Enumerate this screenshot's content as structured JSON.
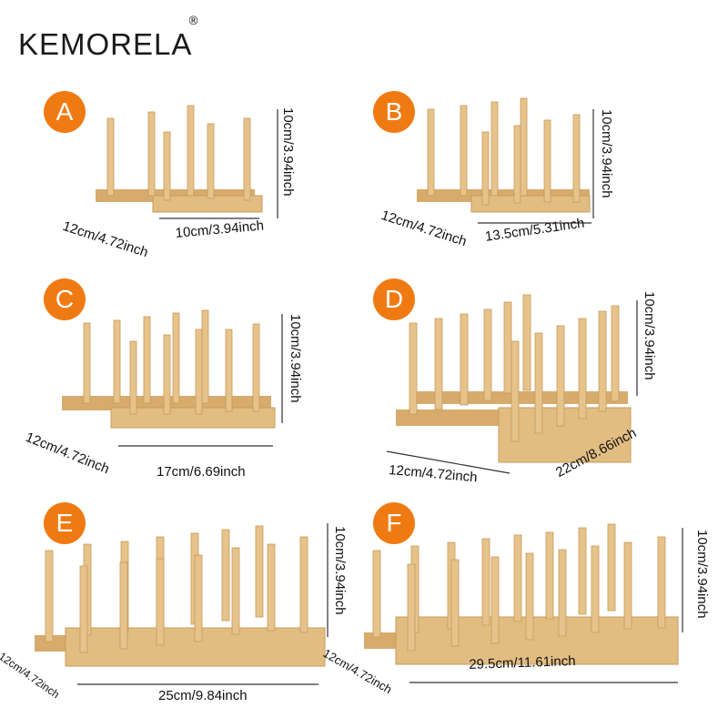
{
  "brand": {
    "name": "KEMORELA",
    "registered": "®"
  },
  "colors": {
    "badge": "#f07a12",
    "wood": "#e2bd82",
    "wood_dark": "#c99a5a"
  },
  "racks": [
    {
      "label": "A",
      "height": "10cm/3.94inch",
      "width": "12cm/4.72inch",
      "length": "10cm/3.94inch"
    },
    {
      "label": "B",
      "height": "10cm/3.94inch",
      "width": "12cm/4.72inch",
      "length": "13.5cm/5.31inch"
    },
    {
      "label": "C",
      "height": "10cm/3.94inch",
      "width": "12cm/4.72inch",
      "length": "17cm/6.69inch"
    },
    {
      "label": "D",
      "height": "10cm/3.94inch",
      "width": "12cm/4.72inch",
      "length": "22cm/8.66inch"
    },
    {
      "label": "E",
      "height": "10cm/3.94inch",
      "width": "12cm/4.72inch",
      "length": "25cm/9.84inch"
    },
    {
      "label": "F",
      "height": "10cm/3.94inch",
      "width": "12cm/4.72inch",
      "length": "29.5cm/11.61inch"
    }
  ]
}
